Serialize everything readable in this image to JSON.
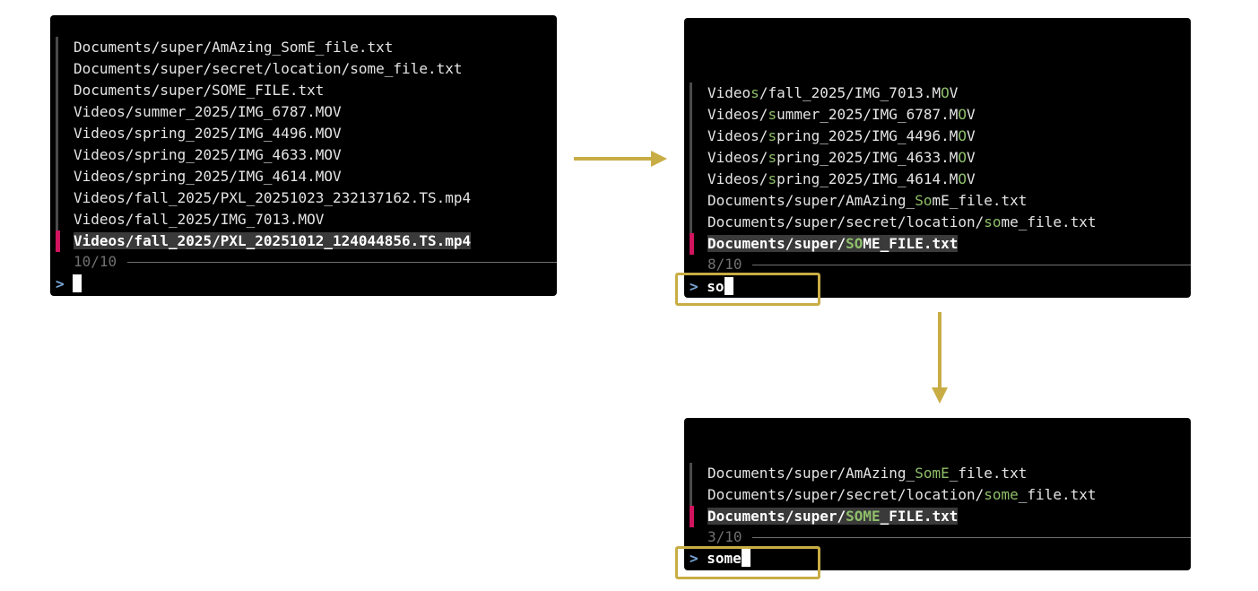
{
  "panels": [
    {
      "rows": [
        {
          "segments": [
            {
              "t": "Documents/super/AmAzing_SomE_file.txt",
              "h": false
            }
          ]
        },
        {
          "segments": [
            {
              "t": "Documents/super/secret/location/some_file.txt",
              "h": false
            }
          ]
        },
        {
          "segments": [
            {
              "t": "Documents/super/SOME_FILE.txt",
              "h": false
            }
          ]
        },
        {
          "segments": [
            {
              "t": "Videos/summer_2025/IMG_6787.MOV",
              "h": false
            }
          ]
        },
        {
          "segments": [
            {
              "t": "Videos/spring_2025/IMG_4496.MOV",
              "h": false
            }
          ]
        },
        {
          "segments": [
            {
              "t": "Videos/spring_2025/IMG_4633.MOV",
              "h": false
            }
          ]
        },
        {
          "segments": [
            {
              "t": "Videos/spring_2025/IMG_4614.MOV",
              "h": false
            }
          ]
        },
        {
          "segments": [
            {
              "t": "Videos/fall_2025/PXL_20251023_232137162.TS.mp4",
              "h": false
            }
          ]
        },
        {
          "segments": [
            {
              "t": "Videos/fall_2025/IMG_7013.MOV",
              "h": false
            }
          ]
        },
        {
          "segments": [
            {
              "t": "Videos/fall_2025/PXL_20251012_124044856.TS.mp4",
              "h": false
            }
          ],
          "selected": true
        }
      ],
      "count": "10/10",
      "prompt_symbol": ">",
      "query": ""
    },
    {
      "rows": [
        {
          "segments": [
            {
              "t": "Video",
              "h": false
            },
            {
              "t": "s",
              "h": true
            },
            {
              "t": "/fall_2025/IMG_7013.M",
              "h": false
            },
            {
              "t": "O",
              "h": true
            },
            {
              "t": "V",
              "h": false
            }
          ]
        },
        {
          "segments": [
            {
              "t": "Videos/",
              "h": false
            },
            {
              "t": "s",
              "h": true
            },
            {
              "t": "ummer_2025/IMG_6787.M",
              "h": false
            },
            {
              "t": "O",
              "h": true
            },
            {
              "t": "V",
              "h": false
            }
          ]
        },
        {
          "segments": [
            {
              "t": "Videos/",
              "h": false
            },
            {
              "t": "s",
              "h": true
            },
            {
              "t": "pring_2025/IMG_4496.M",
              "h": false
            },
            {
              "t": "O",
              "h": true
            },
            {
              "t": "V",
              "h": false
            }
          ]
        },
        {
          "segments": [
            {
              "t": "Videos/",
              "h": false
            },
            {
              "t": "s",
              "h": true
            },
            {
              "t": "pring_2025/IMG_4633.M",
              "h": false
            },
            {
              "t": "O",
              "h": true
            },
            {
              "t": "V",
              "h": false
            }
          ]
        },
        {
          "segments": [
            {
              "t": "Videos/",
              "h": false
            },
            {
              "t": "s",
              "h": true
            },
            {
              "t": "pring_2025/IMG_4614.M",
              "h": false
            },
            {
              "t": "O",
              "h": true
            },
            {
              "t": "V",
              "h": false
            }
          ]
        },
        {
          "segments": [
            {
              "t": "Documents/super/AmAzing_",
              "h": false
            },
            {
              "t": "So",
              "h": true
            },
            {
              "t": "mE_file.txt",
              "h": false
            }
          ]
        },
        {
          "segments": [
            {
              "t": "Documents/super/secret/location/",
              "h": false
            },
            {
              "t": "so",
              "h": true
            },
            {
              "t": "me_file.txt",
              "h": false
            }
          ]
        },
        {
          "segments": [
            {
              "t": "Documents/super/",
              "h": false
            },
            {
              "t": "SO",
              "h": true
            },
            {
              "t": "ME_FILE.txt",
              "h": false
            }
          ],
          "selected": true
        }
      ],
      "count": "8/10",
      "prompt_symbol": ">",
      "query": "so"
    },
    {
      "rows": [
        {
          "segments": [
            {
              "t": "Documents/super/AmAzing_",
              "h": false
            },
            {
              "t": "SomE",
              "h": true
            },
            {
              "t": "_file.txt",
              "h": false
            }
          ]
        },
        {
          "segments": [
            {
              "t": "Documents/super/secret/location/",
              "h": false
            },
            {
              "t": "some",
              "h": true
            },
            {
              "t": "_file.txt",
              "h": false
            }
          ]
        },
        {
          "segments": [
            {
              "t": "Documents/super/",
              "h": false
            },
            {
              "t": "SOME",
              "h": true
            },
            {
              "t": "_FILE.txt",
              "h": false
            }
          ],
          "selected": true
        }
      ],
      "count": "3/10",
      "prompt_symbol": ">",
      "query": "some"
    }
  ],
  "colors": {
    "accent": "#c8ad45",
    "selection_marker": "#d0145e",
    "match_highlight": "#8fbf6a",
    "background": "#000000"
  }
}
